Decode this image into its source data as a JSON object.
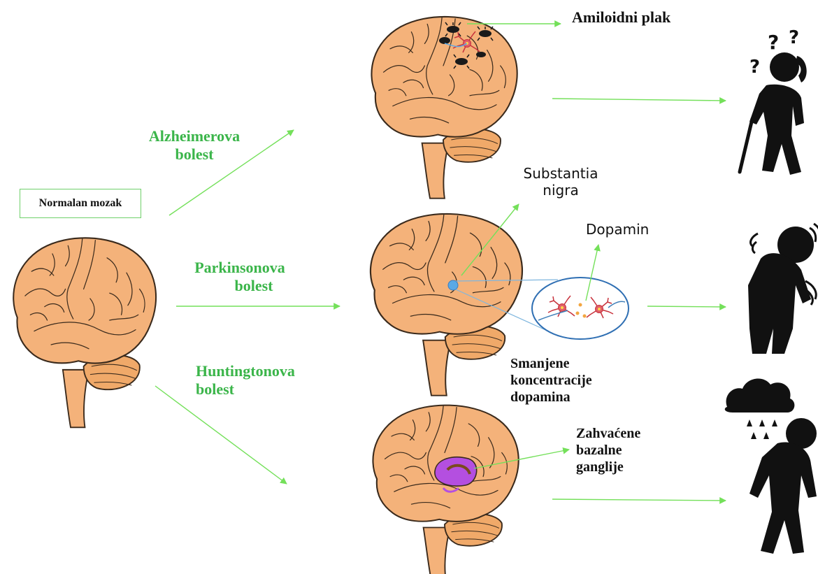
{
  "labels": {
    "normal_brain": "Normalan mozak",
    "alzheimer": [
      "Alzheimerova",
      "bolest"
    ],
    "parkinson": [
      "Parkinsonova",
      "bolest"
    ],
    "huntington": [
      "Huntingtonova",
      "bolest"
    ],
    "amyloid_plaque": "Amiloidni plak",
    "substantia_nigra": [
      "Substantia",
      "nigra"
    ],
    "dopamine": "Dopamin",
    "reduced_dopamine": [
      "Smanjene",
      "koncentracije",
      "dopamina"
    ],
    "basal_ganglia": [
      "Zahvaćene",
      "bazalne",
      "ganglije"
    ]
  },
  "colors": {
    "brain_fill": "#f4b27a",
    "brain_outline": "#3a2a1c",
    "arrow_green": "#74e05a",
    "label_green": "#3bb54a",
    "basal_ganglia": "#b44fe0",
    "neuron_red": "#c8323c",
    "nigra_blue": "#5aa9e6",
    "silhouette": "#111111"
  },
  "icons": [
    "brain-normal",
    "brain-alzheimer",
    "brain-parkinson",
    "brain-huntington",
    "neuron-icon",
    "confused-elderly-person-icon",
    "hunched-person-icon",
    "sad-person-rain-cloud-icon"
  ]
}
